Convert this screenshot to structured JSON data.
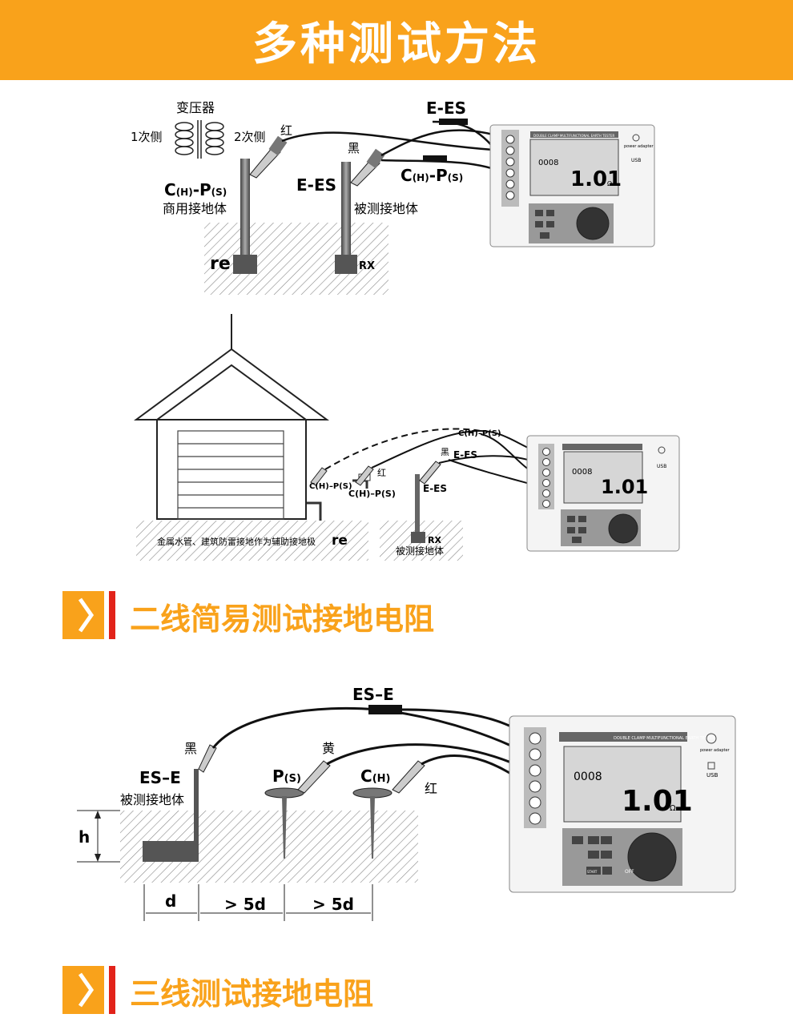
{
  "banner": {
    "title": "多种测试方法",
    "color": "#f9a21b"
  },
  "sections": [
    {
      "title": "二线简易测试接地电阻"
    },
    {
      "title": "三线测试接地电阻"
    }
  ],
  "diagram1": {
    "transformer": "变压器",
    "primary": "1次侧",
    "secondary": "2次侧",
    "red": "红",
    "black": "黑",
    "ees_top": "E-ES",
    "chps_right_c": "C",
    "chps_right_h": "(H)",
    "chps_right_p": "-P",
    "chps_right_s": "(S)",
    "ees_mid": "E-ES",
    "commercial": "商用接地体",
    "measured": "被测接地体",
    "re": "re",
    "rx": "RX"
  },
  "diagram2": {
    "chps1": "C(H)–P(S)",
    "chps2": "C(H)–P(S)",
    "chps_top": "C(H)–P(S)",
    "black": "黑",
    "red": "红",
    "ees_top": "E-ES",
    "ees_mid": "E-ES",
    "aux_note": "金属水管、建筑防雷接地作为辅助接地极",
    "re": "re",
    "rx": "RX",
    "measured": "被测接地体"
  },
  "diagram3": {
    "ese": "ES–E",
    "black": "黑",
    "yellow": "黄",
    "red": "红",
    "ese_left": "ES–E",
    "measured": "被测接地体",
    "p_label": "P",
    "p_sub": "(S)",
    "c_label": "C",
    "c_sub": "(H)",
    "h": "h",
    "d": "d",
    "gt5d_1": "> 5d",
    "gt5d_2": "> 5d"
  },
  "meter": {
    "header": "DOUBLE CLAMP MULTIFUNCTIONAL EARTH TESTER",
    "small_reading": "0008",
    "big_reading": "1.01",
    "unit": "Ω",
    "power": "power adapter",
    "usb": "USB",
    "start": "START",
    "off": "OFF"
  }
}
